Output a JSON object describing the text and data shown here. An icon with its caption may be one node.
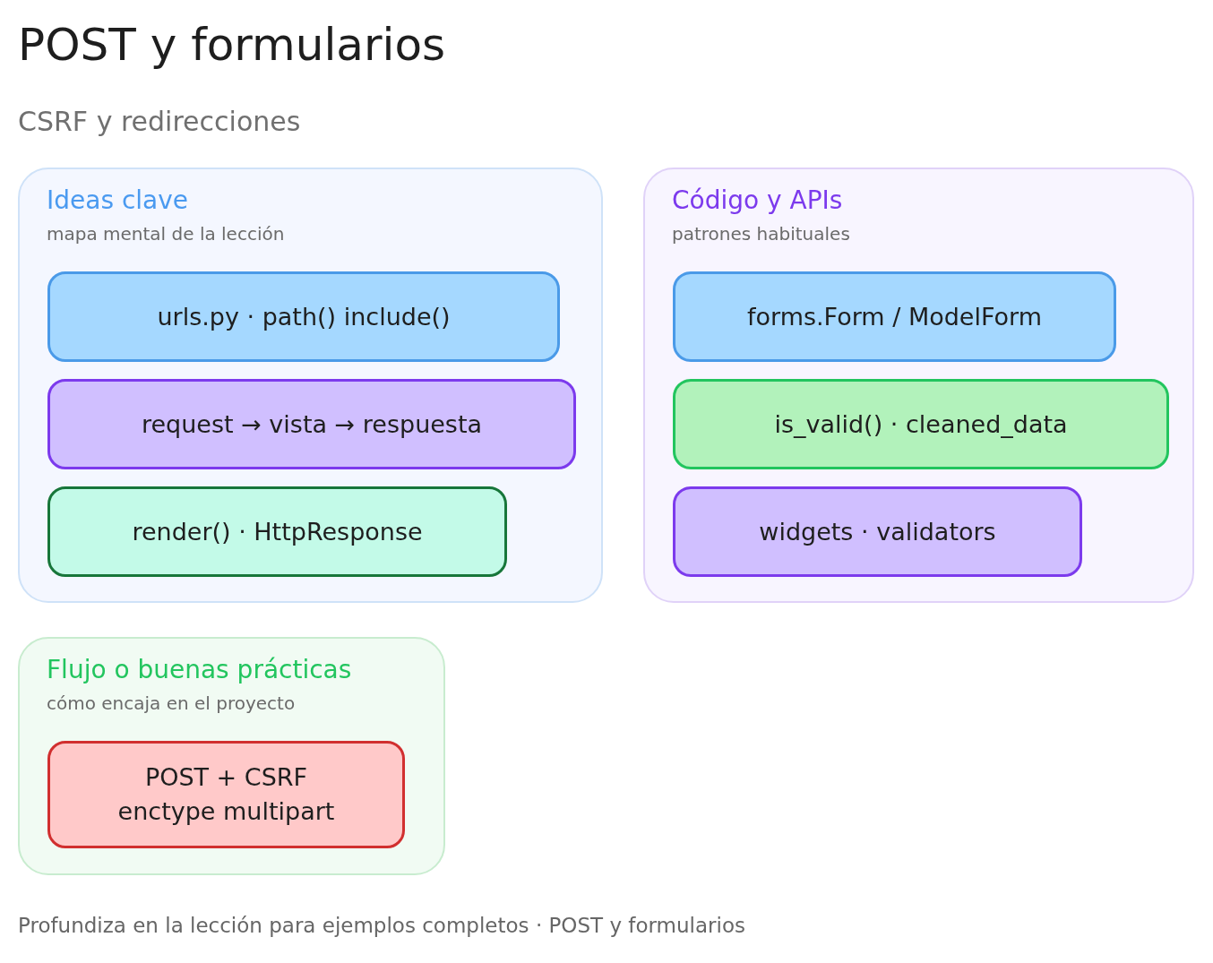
{
  "diagram": {
    "title": "POST y formularios",
    "caption": "Profundiza en la lección para ejemplos completos · POST y formularios",
    "nodes": [
      {
        "text": [
          "Ideas clave",
          "mapa mental de la lección"
        ]
      },
      {
        "text": [
          "urls.py · path() include()"
        ],
        "in": 0
      },
      {
        "text": [
          "request → vista → respuesta"
        ],
        "in": 0
      },
      {
        "text": [
          "render() · HttpResponse"
        ],
        "in": 0
      },
      {
        "text": [
          "Código y APIs",
          "patrones habituales"
        ]
      },
      {
        "text": [
          "forms.Form / ModelForm"
        ],
        "in": 4
      },
      {
        "text": [
          "is_valid() · cleaned_data"
        ],
        "in": 4
      },
      {
        "text": [
          "widgets · validators"
        ],
        "in": 4
      },
      {
        "text": [
          "Flujo o buenas prácticas",
          "cómo encaja en el proyecto"
        ]
      },
      {
        "text": [
          "POST + CSRF enctype multipart"
        ],
        "in": 8
      }
    ],
    "labels": [
      "CSRF y redirecciones"
    ]
  }
}
